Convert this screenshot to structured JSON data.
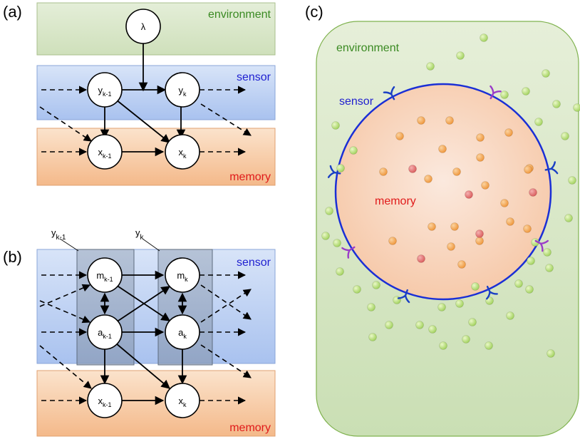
{
  "panels": {
    "a": {
      "label": "(a)"
    },
    "b": {
      "label": "(b)"
    },
    "c": {
      "label": "(c)"
    }
  },
  "labels": {
    "environment": "environment",
    "sensor": "sensor",
    "memory": "memory"
  },
  "nodes": {
    "lambda": {
      "base": "λ",
      "sub": ""
    },
    "y_prev": {
      "base": "y",
      "sub": "k-1"
    },
    "y_k": {
      "base": "y",
      "sub": "k"
    },
    "x_prev": {
      "base": "x",
      "sub": "k-1"
    },
    "x_k": {
      "base": "x",
      "sub": "k"
    },
    "m_prev": {
      "base": "m",
      "sub": "k-1"
    },
    "m_k": {
      "base": "m",
      "sub": "k"
    },
    "a_prev": {
      "base": "a",
      "sub": "k-1"
    },
    "a_k": {
      "base": "a",
      "sub": "k"
    }
  },
  "colors": {
    "environment_text": "#3a8a22",
    "sensor_text": "#1f1fd0",
    "memory_text": "#e01a1a",
    "environment_fill": "#dbe8cc",
    "sensor_fill": "#c8d8f4",
    "memory_fill": "#f7cfa8",
    "cell_boundary": "#1a2fd6",
    "receptor_blue": "#1a3fc4",
    "receptor_purple": "#9a3cc8",
    "green_particle": "#b6e07a",
    "orange_particle": "#f2a24a",
    "red_particle": "#e06a6a"
  }
}
